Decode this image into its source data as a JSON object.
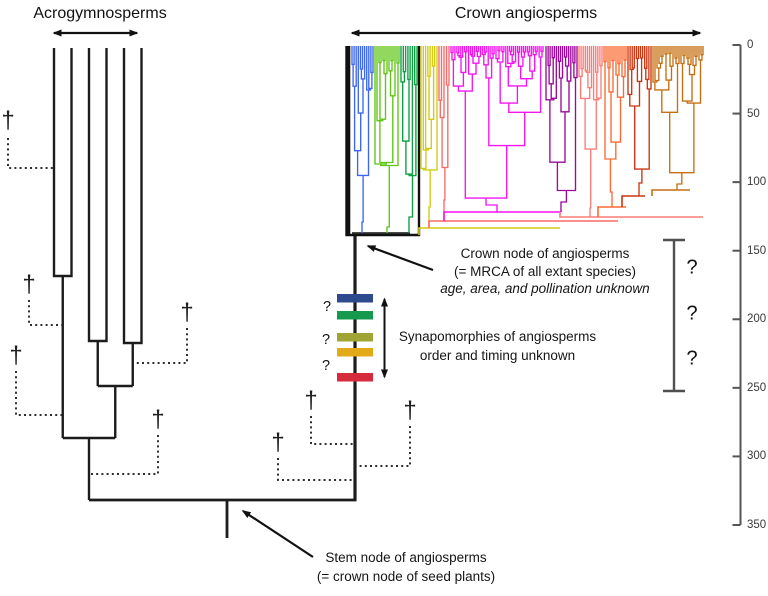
{
  "titles": {
    "left": "Acrogymnosperms",
    "right": "Crown angiosperms"
  },
  "annotations": {
    "crown_node": {
      "line1": "Crown node of angiosperms",
      "line2": "(= MRCA of all extant species)",
      "line3": "age, area, and pollination unknown"
    },
    "synapomorphies": {
      "line1": "Synapomorphies of angiosperms",
      "line2": "order and timing unknown"
    },
    "stem_node": {
      "line1": "Stem node of angiosperms",
      "line2": "(= crown node of seed plants)"
    },
    "question_mark": "?"
  },
  "icons": {
    "dagger": "†",
    "double_arrow": "left-right-arrow",
    "annotation_arrow": "pointer-arrow"
  },
  "timescale": {
    "ticks": [
      "0",
      "50",
      "100",
      "150",
      "200",
      "250",
      "300",
      "350"
    ]
  },
  "tree": {
    "clades": [
      {
        "name": "black-basal",
        "color": "#111111"
      },
      {
        "name": "blue",
        "color": "#3b66f5"
      },
      {
        "name": "chartreuse",
        "color": "#5fc513"
      },
      {
        "name": "green",
        "color": "#0a9e3f"
      },
      {
        "name": "yellow",
        "color": "#d2cb12"
      },
      {
        "name": "salmon",
        "color": "#fa6a66"
      },
      {
        "name": "magenta",
        "color": "#f414f0"
      },
      {
        "name": "purple",
        "color": "#9b0a9b"
      },
      {
        "name": "pink",
        "color": "#fa7d77"
      },
      {
        "name": "orange",
        "color": "#fb6a32"
      },
      {
        "name": "dark-red",
        "color": "#cb3512"
      },
      {
        "name": "brown",
        "color": "#c76f10"
      }
    ],
    "synapomorphy_bars": [
      {
        "color": "#2e4a8f"
      },
      {
        "color": "#14994d"
      },
      {
        "color": "#a0a435"
      },
      {
        "color": "#e2a918"
      },
      {
        "color": "#d62b3a"
      }
    ],
    "extinct_lineages": 8,
    "line_color": "#1c1c1c",
    "axis_color": "#555555",
    "bracket_color": "#4f4f4f"
  }
}
